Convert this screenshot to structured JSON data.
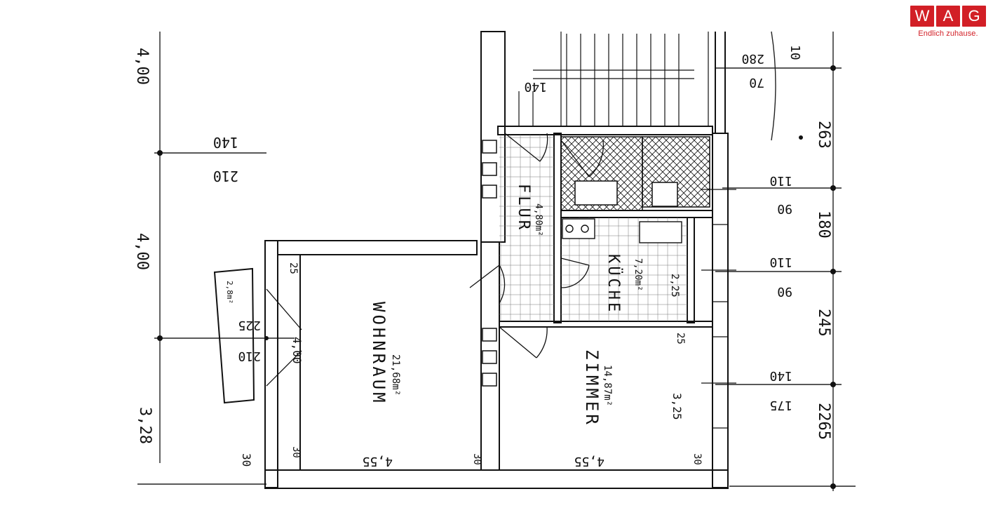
{
  "logo": {
    "letters": [
      "W",
      "A",
      "G"
    ],
    "tagline": "Endlich zuhause.",
    "brand_color": "#d21f26"
  },
  "rooms": {
    "wohnraum": {
      "name": "WOHNRAUM",
      "area": "21,68m²"
    },
    "zimmer": {
      "name": "ZIMMER",
      "area": "14,87m²"
    },
    "kueche": {
      "name": "KÜCHE",
      "area": "7,20m²"
    },
    "flur": {
      "name": "FLUR",
      "area": "4,80m²"
    }
  },
  "dimensions": {
    "left_top": "4,00",
    "left_mid": "4,00",
    "left_bottom": "3,28",
    "right_top": "263",
    "right_mid": "180",
    "right_low": "245",
    "right_bottom": "2265",
    "top_right_a": "10",
    "top_right_b": "70",
    "top_right_c": "280",
    "win_left_a": "210",
    "win_left_b": "140",
    "balcony_a": "225",
    "balcony_b": "210",
    "balcony_area": "2,8m²",
    "right_win1_a": "110",
    "right_win1_b": "90",
    "right_win2_a": "110",
    "right_win2_b": "90",
    "right_win3_a": "140",
    "right_win3_b": "175",
    "stair_140": "140",
    "wohn_width": "4,55",
    "zimmer_width": "4,55",
    "wall_30a": "30",
    "wall_30b": "30",
    "wall_30c": "30",
    "wall_30d": "30",
    "wall_25a": "25",
    "wall_25b": "25",
    "wohn_depth": "4,00",
    "zimmer_depth": "3,25",
    "kueche_depth": "2,25"
  }
}
